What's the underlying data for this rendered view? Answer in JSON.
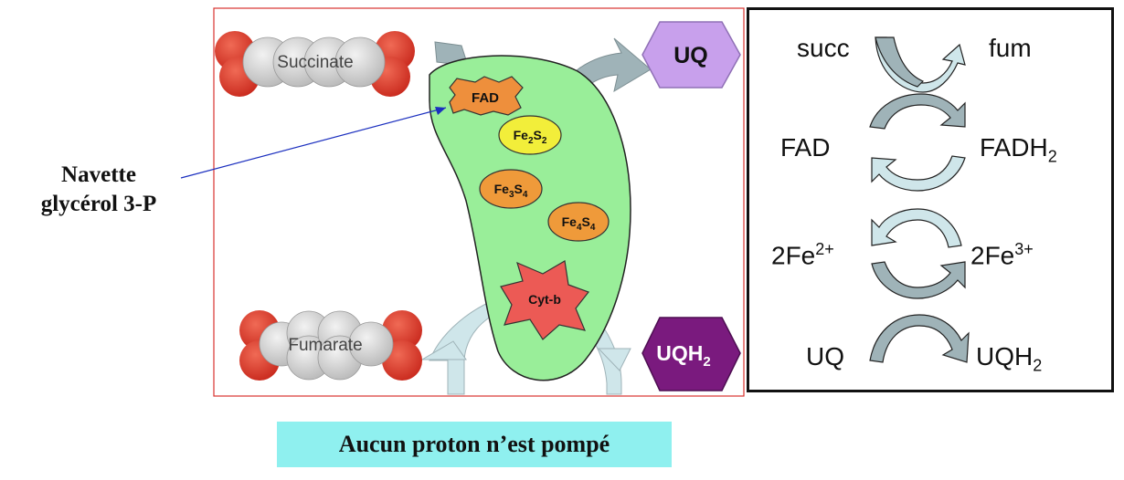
{
  "diagram": {
    "left_label": [
      "Navette",
      "glycérol 3-P"
    ],
    "succinate_label": "Succinate",
    "fumarate_label": "Fumarate",
    "uq_label": "UQ",
    "uqh2_label": "UQH",
    "uqh2_sub": "2",
    "fad_label": "FAD",
    "cyt_label": "Cyt-b",
    "clusters": [
      {
        "base1": "Fe",
        "sub1": "2",
        "base2": "S",
        "sub2": "2"
      },
      {
        "base1": "Fe",
        "sub1": "3",
        "base2": "S",
        "sub2": "4"
      },
      {
        "base1": "Fe",
        "sub1": "4",
        "base2": "S",
        "sub2": "4"
      }
    ],
    "colors": {
      "protein": "#99ee99",
      "fad": "#ee8f3c",
      "fe2s2": "#f2ee3a",
      "fe_s4": "#ef9a3a",
      "cyt": "#ec5a55",
      "uq": "#c8a0ec",
      "uqh2": "#7a1a7e",
      "frame": "#d8332f",
      "arrow_dark": "#9fb3b8",
      "arrow_light": "#cfe6ea"
    }
  },
  "legend": {
    "rows": [
      {
        "left": "succ",
        "right": "fum"
      },
      {
        "left": "FAD",
        "right": "FADH",
        "right_sub": "2"
      },
      {
        "left": "2Fe",
        "left_sup": "2+",
        "right": "2Fe",
        "right_sup": "3+"
      },
      {
        "left": "UQ",
        "right": "UQH",
        "right_sub": "2"
      }
    ]
  },
  "banner": "Aucun proton n’est pompé"
}
